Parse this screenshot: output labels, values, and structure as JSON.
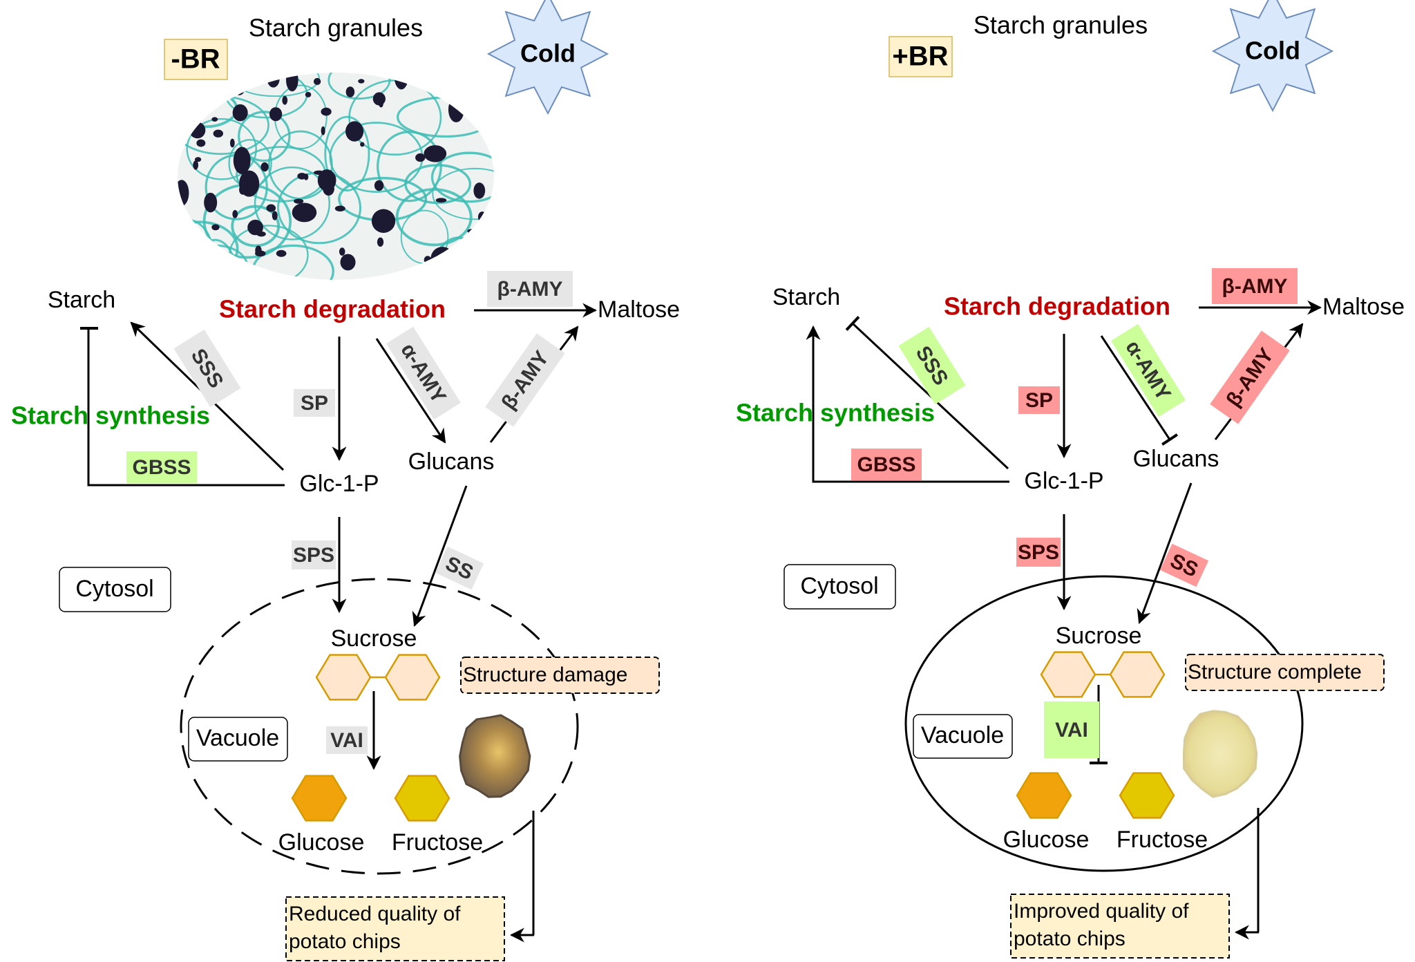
{
  "colors": {
    "degradation_text": "#c00000",
    "synthesis_text": "#009900",
    "label_gray": "#e6e6e6",
    "label_pink": "#ff9999",
    "label_green": "#ccff99",
    "label_text": "#333333",
    "cold_fill": "#dae8fc",
    "cold_stroke": "#6c8ebf",
    "treatment_fill": "#fff2cc",
    "treatment_stroke": "#d6b656",
    "sucrose_fill": "#ffe6cc",
    "hex_stroke": "#d79b00",
    "glucose_fill": "#f0a30a",
    "fructose_fill": "#e3c800",
    "structure_fill": "#ffe6cc",
    "quality_fill": "#fff2cc"
  },
  "panels": [
    {
      "id": "minus-br",
      "treatment": "-BR",
      "stress": "Cold",
      "micrograph_title": "Starch granules",
      "nodes": {
        "starch": "Starch",
        "starch_degradation": "Starch degradation",
        "maltose": "Maltose",
        "starch_synthesis": "Starch synthesis",
        "glc1p": "Glc-1-P",
        "glucans": "Glucans",
        "cytosol": "Cytosol",
        "sucrose": "Sucrose",
        "vacuole": "Vacuole",
        "glucose": "Glucose",
        "fructose": "Fructose",
        "structure": "Structure damage",
        "quality_line1": "Reduced quality of",
        "quality_line2": "potato chips"
      },
      "enzymes": {
        "beta_amy_top": {
          "label": "β-AMY",
          "state": "gray"
        },
        "sss": {
          "label": "SSS",
          "state": "gray"
        },
        "sp": {
          "label": "SP",
          "state": "gray"
        },
        "alpha_amy": {
          "label": "α-AMY",
          "state": "gray"
        },
        "beta_amy_diag": {
          "label": "β-AMY",
          "state": "gray"
        },
        "gbss": {
          "label": "GBSS",
          "state": "green"
        },
        "sps": {
          "label": "SPS",
          "state": "gray"
        },
        "ss": {
          "label": "SS",
          "state": "gray"
        },
        "vai": {
          "label": "VAI",
          "state": "gray"
        }
      },
      "vacuole_border": "dashed",
      "chip": "dark"
    },
    {
      "id": "plus-br",
      "treatment": "+BR",
      "stress": "Cold",
      "micrograph_title": "Starch granules",
      "nodes": {
        "starch": "Starch",
        "starch_degradation": "Starch degradation",
        "maltose": "Maltose",
        "starch_synthesis": "Starch synthesis",
        "glc1p": "Glc-1-P",
        "glucans": "Glucans",
        "cytosol": "Cytosol",
        "sucrose": "Sucrose",
        "vacuole": "Vacuole",
        "glucose": "Glucose",
        "fructose": "Fructose",
        "structure": "Structure complete",
        "quality_line1": "Improved quality of",
        "quality_line2": "potato chips"
      },
      "enzymes": {
        "beta_amy_top": {
          "label": "β-AMY",
          "state": "pink"
        },
        "sss": {
          "label": "SSS",
          "state": "green"
        },
        "sp": {
          "label": "SP",
          "state": "pink"
        },
        "alpha_amy": {
          "label": "α-AMY",
          "state": "green"
        },
        "beta_amy_diag": {
          "label": "β-AMY",
          "state": "pink"
        },
        "gbss": {
          "label": "GBSS",
          "state": "pink"
        },
        "sps": {
          "label": "SPS",
          "state": "pink"
        },
        "ss": {
          "label": "SS",
          "state": "pink"
        },
        "vai": {
          "label": "VAI",
          "state": "green"
        }
      },
      "vacuole_border": "solid",
      "chip": "light"
    }
  ]
}
